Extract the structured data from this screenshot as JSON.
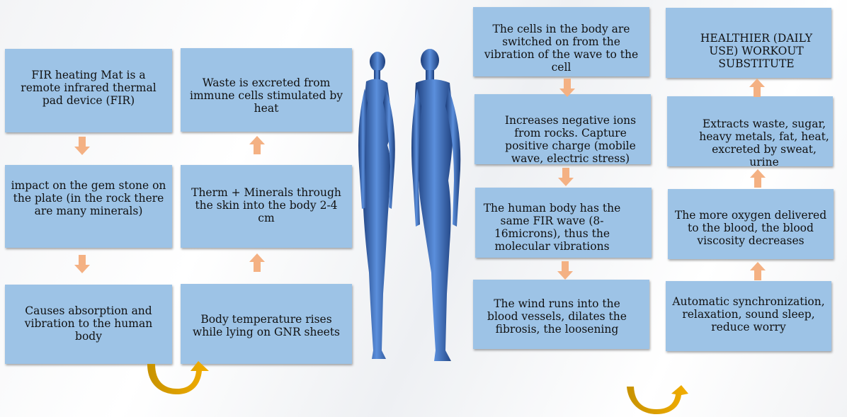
{
  "colors": {
    "box": "#9dc3e6",
    "arrow": "#f4b183",
    "curve_arrow": "#e8a800",
    "figure": "#4a78c8"
  },
  "left_flow": {
    "col1": [
      "FIR heating Mat is a remote infrared thermal pad device (FIR)",
      "impact on the gem stone on the plate (in the rock there are many minerals)",
      "Causes absorption and vibration to the human body"
    ],
    "col2": [
      "Waste is excreted from immune cells stimulated by heat",
      "Therm + Minerals through the skin into the body 2-4 cm",
      "Body temperature rises while lying on GNR sheets"
    ]
  },
  "right_flow": {
    "col3": [
      "The cells in the body are switched on from the vibration of the wave to the cell",
      "Increases negative ions from rocks. Capture positive charge (mobile wave, electric stress)",
      "The human body has the same FIR wave (8-16microns), thus the molecular vibrations",
      "The wind runs into the blood vessels, dilates the fibrosis, the loosening"
    ],
    "col4": [
      "HEALTHIER (DAILY USE) WORKOUT SUBSTITUTE",
      "Extracts waste, sugar, heavy metals, fat, heat, excreted by sweat, urine",
      "The more oxygen delivered to the blood, the blood viscosity decreases",
      "Automatic synchronization, relaxation, sound sleep, reduce worry"
    ]
  }
}
